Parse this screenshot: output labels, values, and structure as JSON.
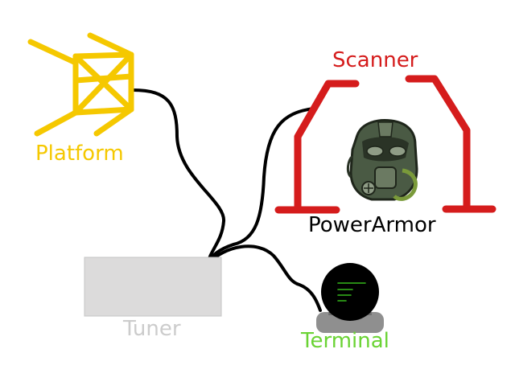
{
  "labels": {
    "platform": "Platform",
    "scanner": "Scanner",
    "power_armor": "PowerArmor",
    "tuner": "Tuner",
    "terminal": "Terminal"
  },
  "colors": {
    "platform": "#f5c800",
    "scanner": "#d51c1c",
    "power_armor": "#000000",
    "tuner": "#cccccc",
    "tuner_fill": "#dcdbdb",
    "terminal": "#6ad334",
    "terminal_screen": "#35b81a",
    "wire": "#000000",
    "armor_body": "#4a5a44",
    "armor_dark": "#2a3326",
    "armor_light": "#8f9c86",
    "armor_hose": "#7a9a3a"
  },
  "icons": {
    "platform": "platform-icon",
    "scanner": "scanner-icon",
    "power_armor": "power-armor-helmet-icon",
    "tuner": "tuner-box",
    "terminal": "terminal-icon"
  }
}
